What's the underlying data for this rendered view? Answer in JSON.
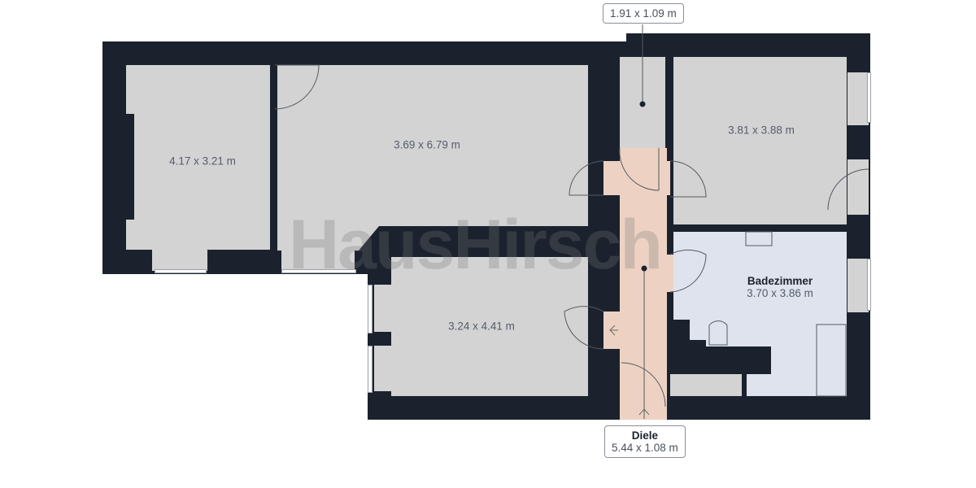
{
  "floorplan": {
    "watermark": "HausHirsch",
    "colors": {
      "wall": "#1b222e",
      "room": "#d3d3d3",
      "bathroom": "#dfe3ee",
      "hallway": "#edd2c3"
    },
    "rooms": [
      {
        "id": "room-west",
        "name": "",
        "dimensions": "4.17 x 3.21 m"
      },
      {
        "id": "room-north-center",
        "name": "",
        "dimensions": "3.69 x 6.79 m"
      },
      {
        "id": "room-south-center",
        "name": "",
        "dimensions": "3.24 x 4.41 m"
      },
      {
        "id": "room-northeast",
        "name": "",
        "dimensions": "3.81 x 3.88 m"
      },
      {
        "id": "bathroom",
        "name": "Badezimmer",
        "dimensions": "3.70 x 3.86 m"
      },
      {
        "id": "storage",
        "name": "",
        "dimensions": "1.91 x 1.09 m"
      },
      {
        "id": "hallway",
        "name": "Diele",
        "dimensions": "5.44 x 1.08 m"
      }
    ]
  }
}
